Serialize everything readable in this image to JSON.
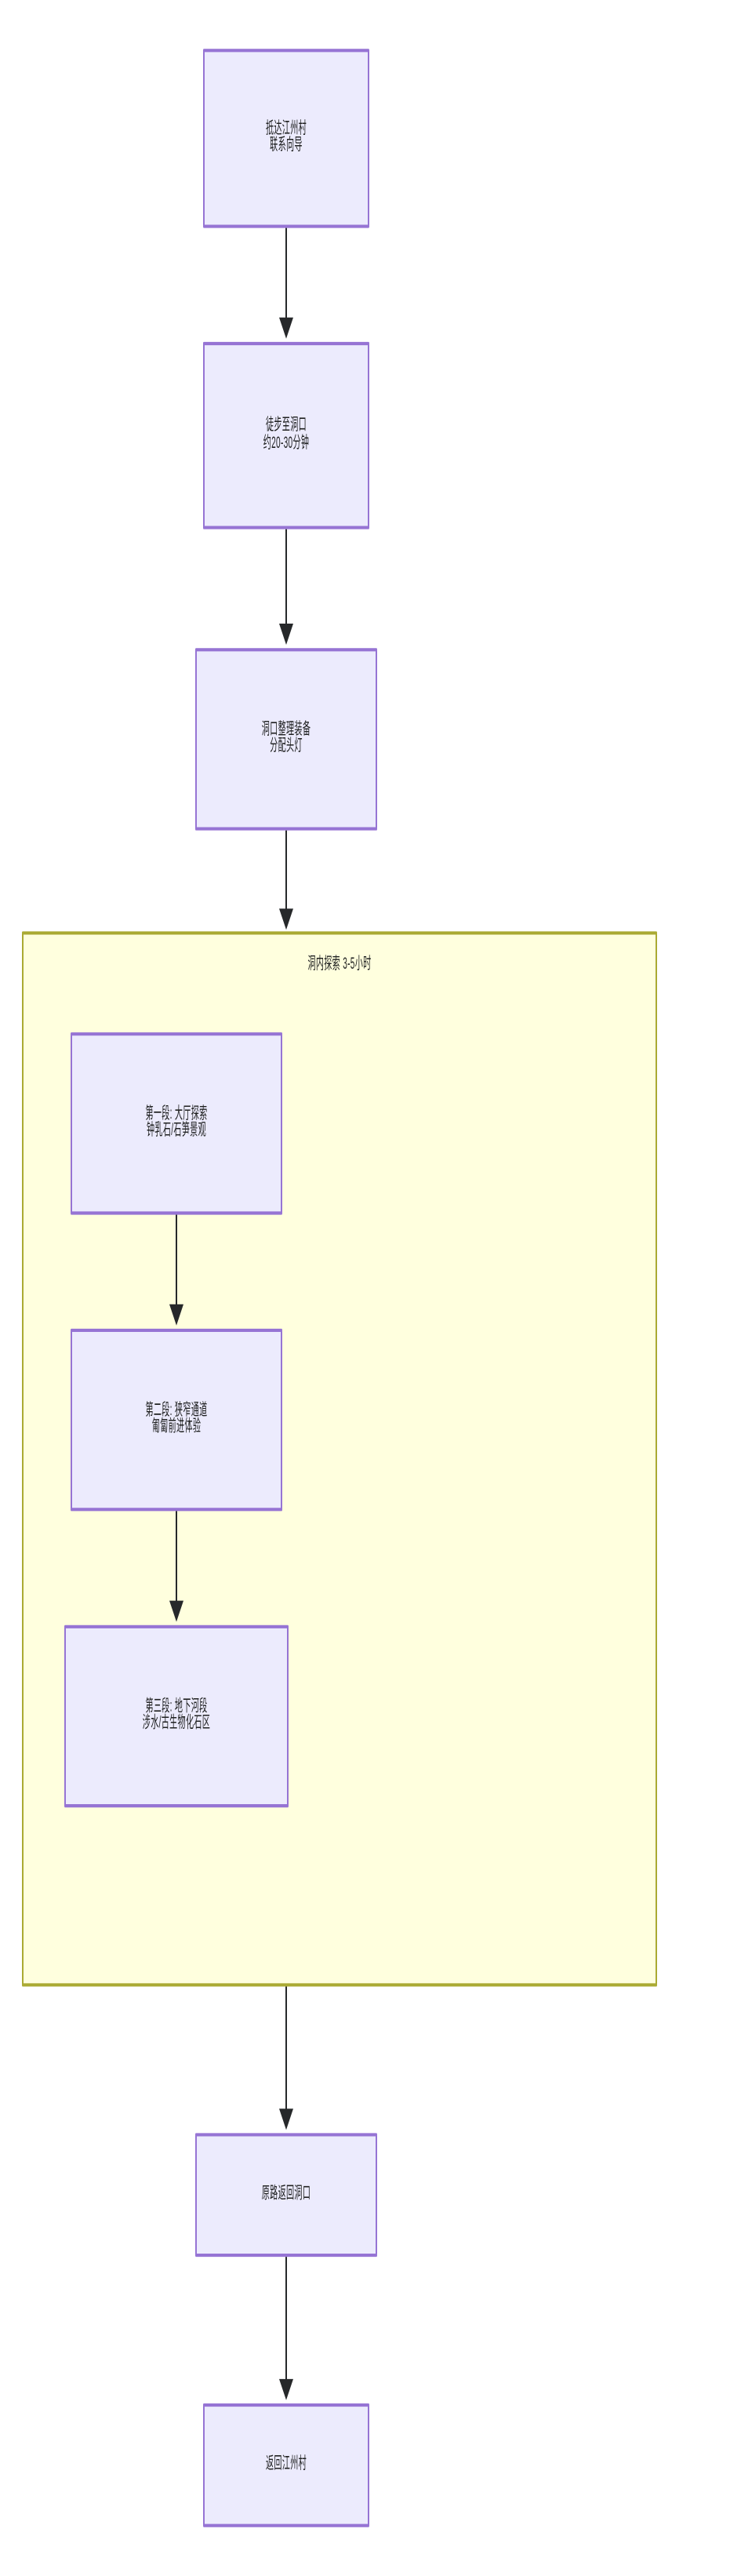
{
  "diagram": {
    "type": "flowchart",
    "direction": "top-to-bottom",
    "title_visible": false,
    "colors": {
      "node_fill": "#ecebfd",
      "node_border": "#9674d4",
      "cluster_fill": "#ffffde",
      "cluster_border": "#aaaa33",
      "edge": "#26282a",
      "text": "#1f2020",
      "background": "#ffffff"
    },
    "nodes": [
      {
        "id": "n1",
        "lines": [
          "抵达江州村",
          "联系向导"
        ],
        "shape": "rect",
        "group": "root"
      },
      {
        "id": "n2",
        "lines": [
          "徒步至洞口",
          "约20-30分钟"
        ],
        "shape": "rect",
        "group": "root"
      },
      {
        "id": "n3",
        "lines": [
          "洞口整理装备",
          "分配头灯"
        ],
        "shape": "rect",
        "group": "root"
      },
      {
        "id": "s1",
        "lines": [
          "第一段: 大厅探索",
          "钟乳石/石笋景观"
        ],
        "shape": "rect",
        "group": "cluster1"
      },
      {
        "id": "s2",
        "lines": [
          "第二段: 狭窄通道",
          "匍匐前进体验"
        ],
        "shape": "rect",
        "group": "cluster1"
      },
      {
        "id": "s3",
        "lines": [
          "第三段: 地下河段",
          "涉水/古生物化石区"
        ],
        "shape": "rect",
        "group": "cluster1"
      },
      {
        "id": "n4",
        "lines": [
          "原路返回洞口"
        ],
        "shape": "rect",
        "group": "root"
      },
      {
        "id": "n5",
        "lines": [
          "返回江州村"
        ],
        "shape": "rect",
        "group": "root"
      }
    ],
    "clusters": [
      {
        "id": "cluster1",
        "label": "洞内探索 3-5小时",
        "members": [
          "s1",
          "s2",
          "s3"
        ]
      }
    ],
    "edges": [
      {
        "from": "n1",
        "to": "n2",
        "label": "",
        "arrow": "filled-triangle"
      },
      {
        "from": "n2",
        "to": "n3",
        "label": "",
        "arrow": "filled-triangle"
      },
      {
        "from": "n3",
        "to": "cluster1",
        "label": "",
        "arrow": "filled-triangle"
      },
      {
        "from": "s1",
        "to": "s2",
        "label": "",
        "arrow": "filled-triangle"
      },
      {
        "from": "s2",
        "to": "s3",
        "label": "",
        "arrow": "filled-triangle"
      },
      {
        "from": "cluster1",
        "to": "n4",
        "label": "",
        "arrow": "filled-triangle"
      },
      {
        "from": "n4",
        "to": "n5",
        "label": "",
        "arrow": "filled-triangle"
      }
    ]
  }
}
